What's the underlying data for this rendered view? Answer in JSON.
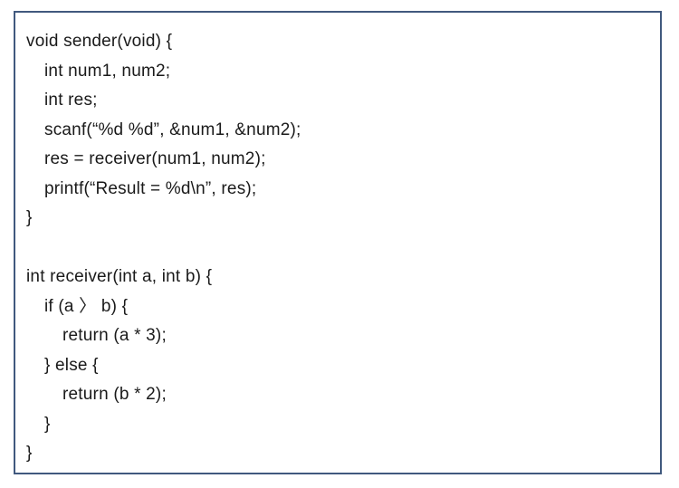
{
  "code_block": {
    "lines": [
      {
        "text": "void sender(void) {",
        "indent": 0
      },
      {
        "text": "int num1, num2;",
        "indent": 1
      },
      {
        "text": "int res;",
        "indent": 1
      },
      {
        "text": "scanf(“%d %d”, &num1, &num2);",
        "indent": 1
      },
      {
        "text": "res = receiver(num1, num2);",
        "indent": 1
      },
      {
        "text": "printf(“Result = %d\\n”, res);",
        "indent": 1
      },
      {
        "text": "}",
        "indent": 0
      },
      {
        "text": "",
        "indent": 0
      },
      {
        "text": "int receiver(int a, int b) {",
        "indent": 0
      },
      {
        "text": "if (a 〉 b) {",
        "indent": 1
      },
      {
        "text": "return (a * 3);",
        "indent": 2
      },
      {
        "text": "} else {",
        "indent": 1
      },
      {
        "text": "return (b * 2);",
        "indent": 2
      },
      {
        "text": "}",
        "indent": 1
      },
      {
        "text": "}",
        "indent": 0
      }
    ]
  }
}
